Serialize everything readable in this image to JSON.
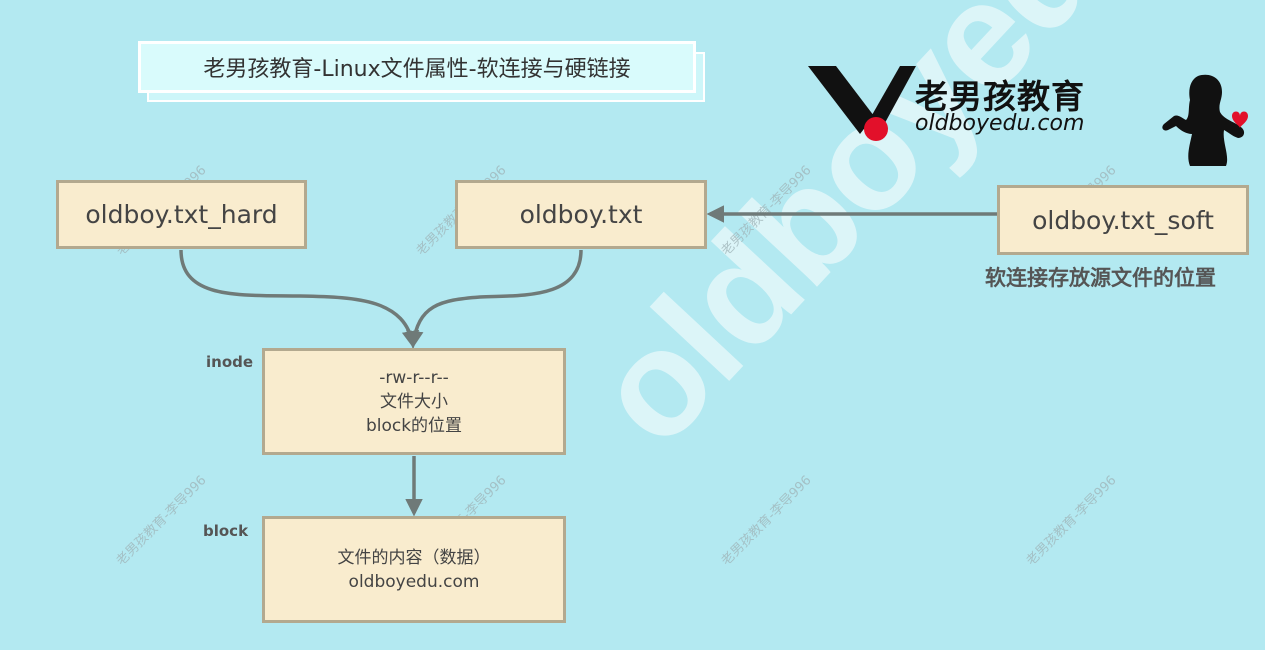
{
  "watermark": {
    "big": "oldboyedu.com",
    "small": "老男孩教育-李导996"
  },
  "title": "老男孩教育-Linux文件属性-软连接与硬链接",
  "logo": {
    "cn": "老男孩教育",
    "en": "oldboyedu.com"
  },
  "files": {
    "hard": "oldboy.txt_hard",
    "orig": "oldboy.txt",
    "soft": "oldboy.txt_soft"
  },
  "soft_caption": "软连接存放源文件的位置",
  "inode": {
    "label": "inode",
    "lines": [
      "-rw-r--r--",
      "文件大小",
      "block的位置"
    ]
  },
  "block": {
    "label": "block",
    "lines": [
      "文件的内容（数据）",
      "oldboyedu.com"
    ]
  },
  "colors": {
    "background": "#b3e9f1",
    "box_fill": "#f9ecce",
    "box_border": "#b3a98f",
    "arrow": "#6f7a78",
    "logo_red": "#e2102a"
  }
}
